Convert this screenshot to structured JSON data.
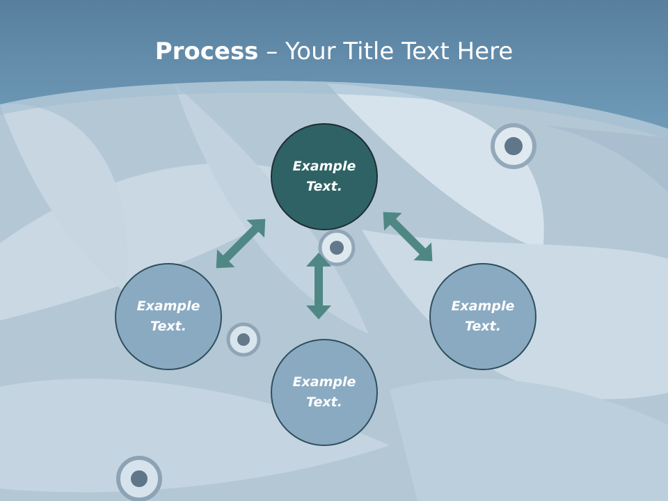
{
  "slide": {
    "title_bold": "Process",
    "title_rest": " – Your Title Text Here"
  },
  "nodes": {
    "main": "Example Text.",
    "left": "Example Text.",
    "right": "Example Text.",
    "bottom": "Example Text."
  },
  "colors": {
    "header": "#5f8cab",
    "main_node": "#2f6264",
    "secondary_node": "#8aaac1",
    "arrow": "#4f8785"
  }
}
